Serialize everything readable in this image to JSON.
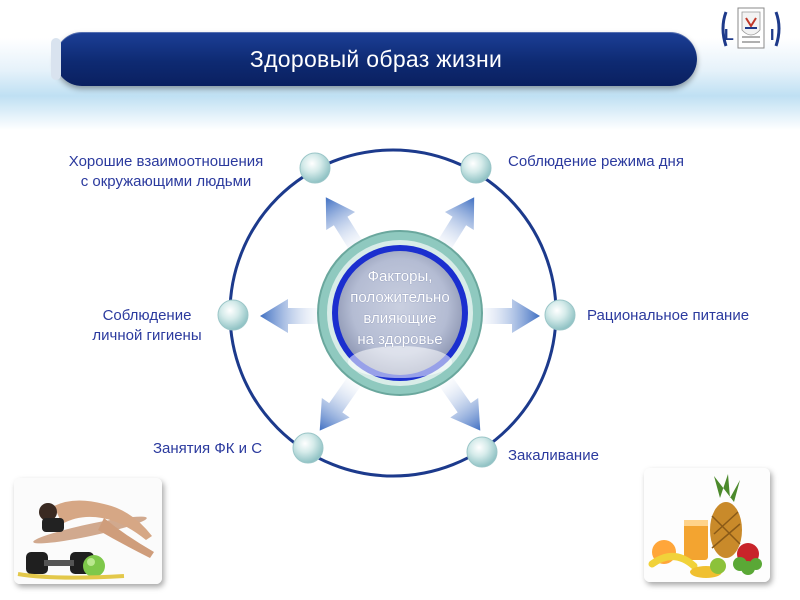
{
  "title": "Здоровый образ жизни",
  "center": {
    "lines": [
      "Факторы,",
      "положительно",
      "влияющие",
      "на здоровье"
    ]
  },
  "factors": {
    "relationships": {
      "line1": "Хорошие взаимоотношения",
      "line2": "с окружающими людьми"
    },
    "daily_routine": "Соблюдение режима дня",
    "hygiene": {
      "line1": "Соблюдение",
      "line2": "личной гигиены"
    },
    "nutrition": "Рациональное питание",
    "sport": "Занятия ФК и С",
    "hardening": "Закаливание"
  },
  "logo": {
    "letters": [
      "L",
      "I"
    ]
  },
  "colors": {
    "title_bar": "#0e2a72",
    "label_text": "#2b3a9e",
    "ring": "#1c3a8c",
    "hub": "#1b2fcf",
    "arrow": "#4a78c8"
  }
}
